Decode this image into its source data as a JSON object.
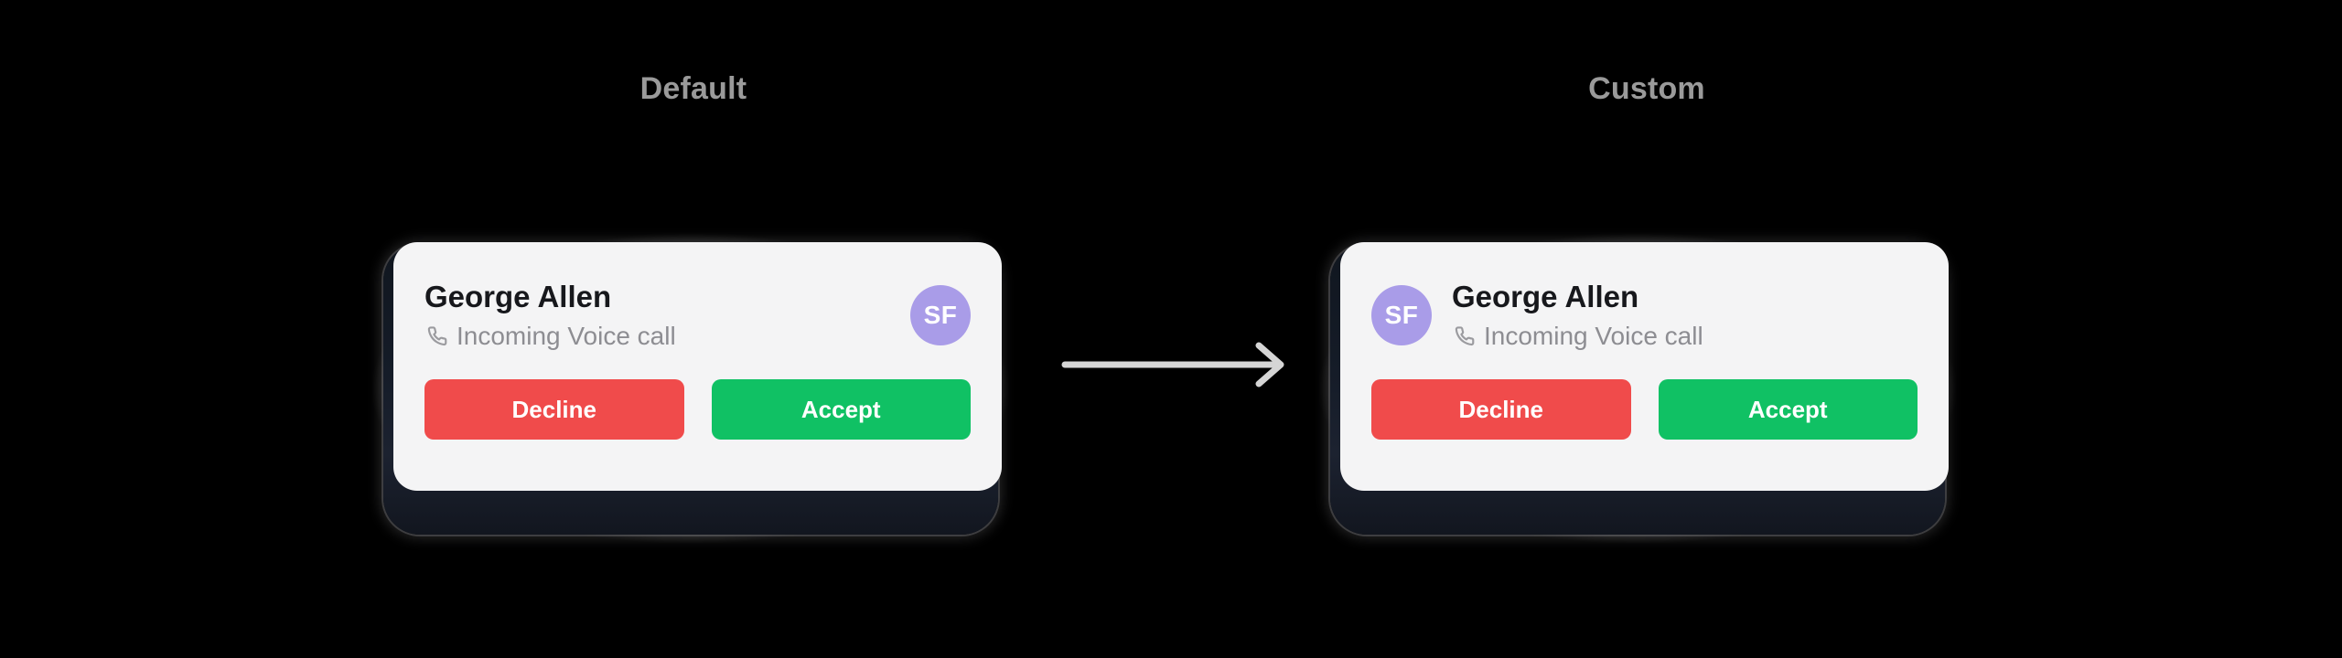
{
  "page": {
    "background_color": "#000000"
  },
  "labels": {
    "left": "Default",
    "right": "Custom",
    "color": "#9a9a9a"
  },
  "arrow": {
    "icon": "arrow-right-icon",
    "color": "#d5d5d5"
  },
  "cards": [
    {
      "variant": "default",
      "avatar_position": "right",
      "caller_name": "George Allen",
      "status_text": "Incoming Voice call",
      "status_icon": "phone-call-icon",
      "avatar_initials": "SF",
      "avatar_color": "#a99ce8",
      "card_background": "#f4f4f5",
      "frame_color": "#151c28",
      "buttons": {
        "decline": "Decline",
        "accept": "Accept",
        "decline_color": "#f04b4b",
        "accept_color": "#10c164"
      }
    },
    {
      "variant": "custom",
      "avatar_position": "left",
      "caller_name": "George Allen",
      "status_text": "Incoming Voice call",
      "status_icon": "phone-call-icon",
      "avatar_initials": "SF",
      "avatar_color": "#a99ce8",
      "card_background": "#f4f4f5",
      "frame_color": "#151c28",
      "buttons": {
        "decline": "Decline",
        "accept": "Accept",
        "decline_color": "#f04b4b",
        "accept_color": "#10c164"
      }
    }
  ]
}
